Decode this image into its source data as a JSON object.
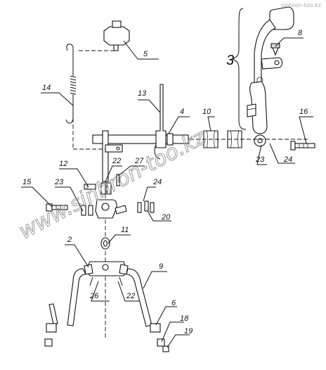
{
  "watermark": "www.sinhron-too.kz",
  "watermark_corner": "sinhron-too.kz",
  "callouts": {
    "c2": "2",
    "c3": "3",
    "c4": "4",
    "c5": "5",
    "c6": "6",
    "c8": "8",
    "c9": "9",
    "c10": "10",
    "c11": "11",
    "c12": "12",
    "c13": "13",
    "c14": "14",
    "c15": "15",
    "c16": "16",
    "c18": "18",
    "c19": "19",
    "c20": "20",
    "c22a": "22",
    "c22b": "22",
    "c23a": "23",
    "c23b": "23",
    "c24a": "24",
    "c24b": "24",
    "c26": "26",
    "c27": "27"
  }
}
